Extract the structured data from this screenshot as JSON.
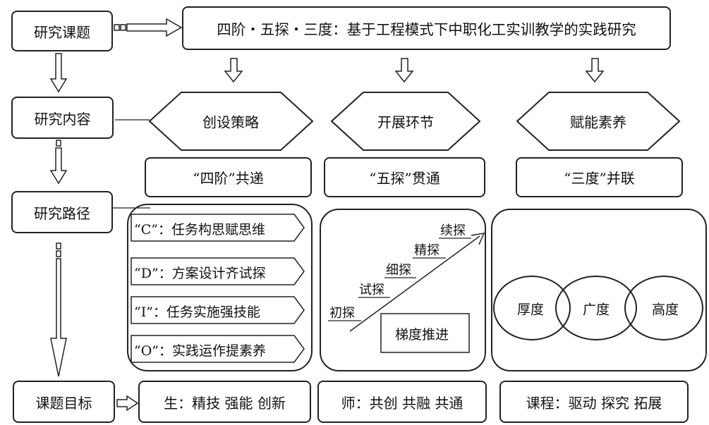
{
  "left": {
    "topic": "研究课题",
    "content": "研究内容",
    "path": "研究路径",
    "goal": "课题目标"
  },
  "title": "四阶・五探・三度：基于工程模式下中职化工实训教学的实践研究",
  "hexagons": [
    "创设策略",
    "开展环节",
    "赋能素养"
  ],
  "subs": [
    "“四阶”共递",
    "“五探”贯通",
    "“三度”并联"
  ],
  "cdio": [
    "“C”：任务构思赋思维",
    "“D”：方案设计齐试探",
    "“I”：任务实施强技能",
    "“O”：实践运作提素养"
  ],
  "stairs": [
    "初探",
    "试探",
    "细探",
    "精探",
    "续探"
  ],
  "progress": "梯度推进",
  "circles": [
    "厚度",
    "广度",
    "高度"
  ],
  "goals": [
    "生：精技 强能 创新",
    "师：共创 共融 共通",
    "课程：驱动 探究 拓展"
  ]
}
